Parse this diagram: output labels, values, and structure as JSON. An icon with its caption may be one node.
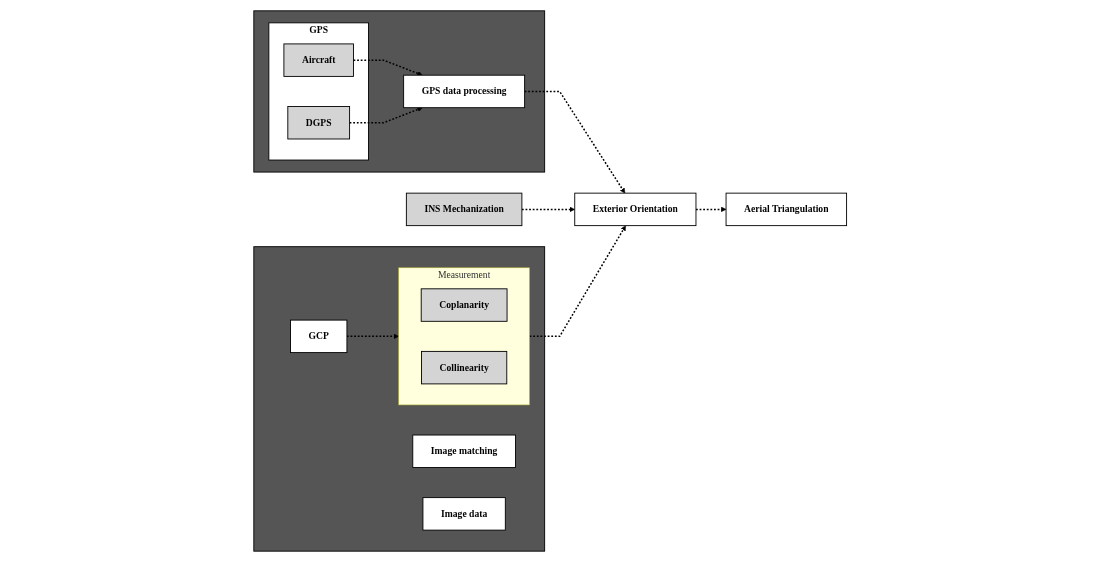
{
  "diagram": {
    "nodes": [
      {
        "text": [],
        "shape": "box"
      },
      {
        "text": [
          "GPS"
        ],
        "in": 0
      },
      {
        "text": [
          "Aircraft"
        ],
        "in": 1
      },
      {
        "text": [
          "DGPS"
        ],
        "in": 1
      },
      {
        "text": [
          "GPS data processing"
        ],
        "in": 0
      },
      {
        "text": [
          "INS Mechanization"
        ]
      },
      {
        "text": [
          "Exterior Orientation"
        ]
      },
      {
        "text": [
          "Aerial Triangulation"
        ]
      },
      {
        "text": [],
        "shape": "box"
      },
      {
        "text": [
          "Image matching"
        ],
        "in": 8
      },
      {
        "text": [
          "Image data"
        ],
        "in": 8
      },
      {
        "text": [
          "GCP"
        ],
        "in": 8
      },
      {
        "text": [
          "Measurement"
        ],
        "in": 8
      },
      {
        "text": [
          "Coplanarity"
        ],
        "in": 12
      },
      {
        "text": [
          "Collinearity"
        ],
        "in": 12
      }
    ],
    "edges": [
      {
        "from": 2,
        "to": 4,
        "arrow": "to",
        "style": "dashed"
      },
      {
        "from": 3,
        "to": 4,
        "arrow": "to",
        "style": "dashed"
      },
      {
        "from": 4,
        "to": 6,
        "arrow": "to",
        "style": "dashed"
      },
      {
        "from": 5,
        "to": 6,
        "arrow": "to",
        "style": "dashed"
      },
      {
        "from": 6,
        "to": 7,
        "arrow": "to",
        "style": "dashed"
      },
      {
        "from": 11,
        "to": 12,
        "arrow": "to",
        "style": "dashed"
      },
      {
        "from": 12,
        "to": 6,
        "arrow": "to",
        "style": "dashed"
      }
    ]
  }
}
